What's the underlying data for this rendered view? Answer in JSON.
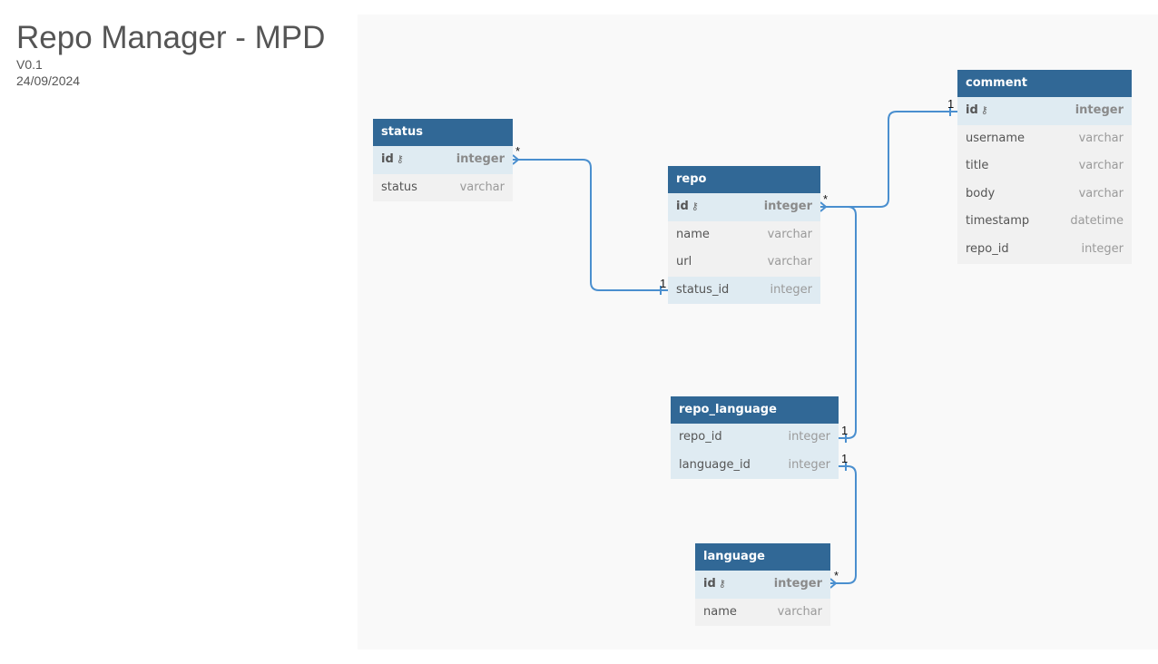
{
  "document": {
    "title": "Repo Manager - MPD",
    "version": "V0.1",
    "date": "24/09/2024"
  },
  "colors": {
    "header_bg": "#316896",
    "connector": "#4a8fcf",
    "highlight_row": "#dfebf2",
    "row_bg": "#f1f1f1"
  },
  "icons": {
    "primary_key": "key-icon"
  },
  "tables": {
    "status": {
      "name": "status",
      "fields": [
        {
          "name": "id",
          "type": "integer",
          "pk": true
        },
        {
          "name": "status",
          "type": "varchar"
        }
      ]
    },
    "repo": {
      "name": "repo",
      "fields": [
        {
          "name": "id",
          "type": "integer",
          "pk": true
        },
        {
          "name": "name",
          "type": "varchar"
        },
        {
          "name": "url",
          "type": "varchar"
        },
        {
          "name": "status_id",
          "type": "integer"
        }
      ]
    },
    "comment": {
      "name": "comment",
      "fields": [
        {
          "name": "id",
          "type": "integer",
          "pk": true
        },
        {
          "name": "username",
          "type": "varchar"
        },
        {
          "name": "title",
          "type": "varchar"
        },
        {
          "name": "body",
          "type": "varchar"
        },
        {
          "name": "timestamp",
          "type": "datetime"
        },
        {
          "name": "repo_id",
          "type": "integer"
        }
      ]
    },
    "repo_language": {
      "name": "repo_language",
      "fields": [
        {
          "name": "repo_id",
          "type": "integer"
        },
        {
          "name": "language_id",
          "type": "integer"
        }
      ]
    },
    "language": {
      "name": "language",
      "fields": [
        {
          "name": "id",
          "type": "integer",
          "pk": true
        },
        {
          "name": "name",
          "type": "varchar"
        }
      ]
    }
  },
  "relationships": [
    {
      "from": "status.id",
      "to": "repo.status_id",
      "from_card": "*",
      "to_card": "1"
    },
    {
      "from": "repo.id",
      "to": "comment.id",
      "from_card": "*",
      "to_card": "1"
    },
    {
      "from": "repo.id",
      "to": "repo_language.repo_id",
      "from_card": "*",
      "to_card": "1"
    },
    {
      "from": "language.id",
      "to": "repo_language.language_id",
      "from_card": "*",
      "to_card": "1"
    }
  ]
}
